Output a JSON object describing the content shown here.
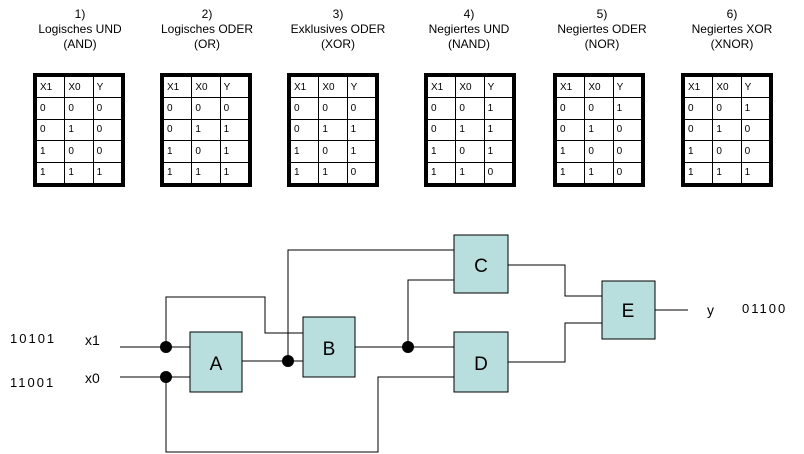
{
  "truth_table_header": [
    "X1",
    "X0",
    "Y"
  ],
  "gates": [
    {
      "number": "1)",
      "name": "Logisches UND",
      "abbr": "(AND)",
      "rows": [
        [
          "0",
          "0",
          "0"
        ],
        [
          "0",
          "1",
          "0"
        ],
        [
          "1",
          "0",
          "0"
        ],
        [
          "1",
          "1",
          "1"
        ]
      ]
    },
    {
      "number": "2)",
      "name": "Logisches ODER",
      "abbr": "(OR)",
      "rows": [
        [
          "0",
          "0",
          "0"
        ],
        [
          "0",
          "1",
          "1"
        ],
        [
          "1",
          "0",
          "1"
        ],
        [
          "1",
          "1",
          "1"
        ]
      ]
    },
    {
      "number": "3)",
      "name": "Exklusives ODER",
      "abbr": "(XOR)",
      "rows": [
        [
          "0",
          "0",
          "0"
        ],
        [
          "0",
          "1",
          "1"
        ],
        [
          "1",
          "0",
          "1"
        ],
        [
          "1",
          "1",
          "0"
        ]
      ]
    },
    {
      "number": "4)",
      "name": "Negiertes UND",
      "abbr": "(NAND)",
      "rows": [
        [
          "0",
          "0",
          "1"
        ],
        [
          "0",
          "1",
          "1"
        ],
        [
          "1",
          "0",
          "1"
        ],
        [
          "1",
          "1",
          "0"
        ]
      ]
    },
    {
      "number": "5)",
      "name": "Negiertes ODER",
      "abbr": "(NOR)",
      "rows": [
        [
          "0",
          "0",
          "1"
        ],
        [
          "0",
          "1",
          "0"
        ],
        [
          "1",
          "0",
          "0"
        ],
        [
          "1",
          "1",
          "0"
        ]
      ]
    },
    {
      "number": "6)",
      "name": "Negiertes XOR",
      "abbr": "(XNOR)",
      "rows": [
        [
          "0",
          "0",
          "1"
        ],
        [
          "0",
          "1",
          "0"
        ],
        [
          "1",
          "0",
          "0"
        ],
        [
          "1",
          "1",
          "1"
        ]
      ]
    }
  ],
  "circuit": {
    "input_x1": {
      "bits": "10101",
      "label": "x1"
    },
    "input_x0": {
      "bits": "11001",
      "label": "x0"
    },
    "output": {
      "label": "y",
      "bits": "01100"
    },
    "blocks": {
      "A": "A",
      "B": "B",
      "C": "C",
      "D": "D",
      "E": "E"
    }
  },
  "colors": {
    "block_fill": "#b9dede",
    "line": "#000000"
  }
}
